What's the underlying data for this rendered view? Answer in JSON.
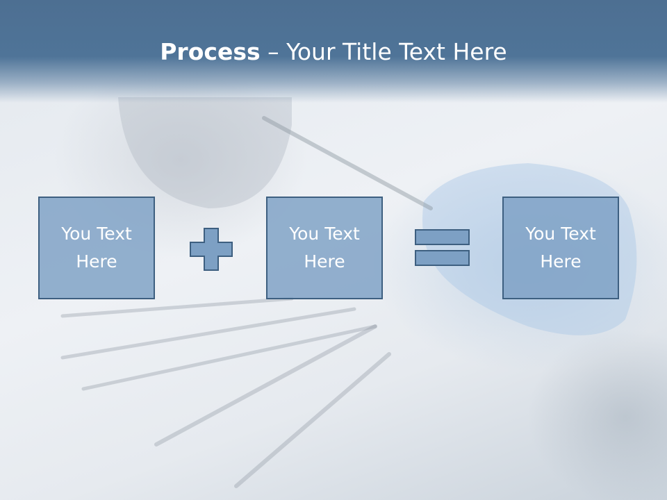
{
  "slide": {
    "title_bold": "Process",
    "title_rest": " – Your Title Text Here"
  },
  "process": {
    "box1": "You Text Here",
    "box2": "You Text Here",
    "box3": "You Text Here"
  },
  "colors": {
    "header": "#4f7498",
    "box_fill": "#7da0c4",
    "box_border": "#3d5f80",
    "text": "#ffffff"
  }
}
